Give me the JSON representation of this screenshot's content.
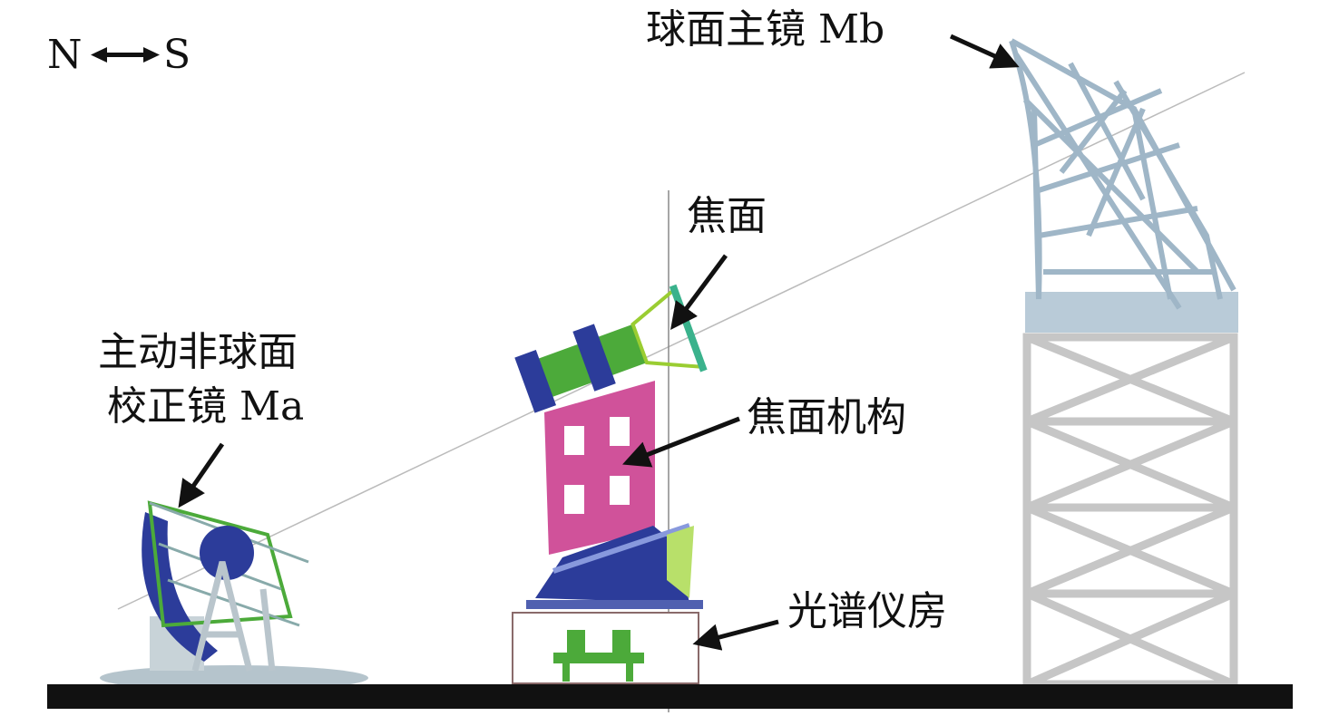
{
  "compass": {
    "north": "N",
    "south": "S"
  },
  "labels": {
    "primary_mirror": "球面主镜 Mb",
    "focal_plane": "焦面",
    "corrector_line1": "主动非球面",
    "corrector_line2": "校正镜 Ma",
    "focal_mechanism": "焦面机构",
    "spectrograph_room": "光谱仪房"
  },
  "colors": {
    "ground": "#111111",
    "tower": "#c8c8c8",
    "truss": "#a9bfcf",
    "focal_plate": "#d0529a",
    "green": "#4caa3a",
    "blue": "#2c3c9a"
  }
}
